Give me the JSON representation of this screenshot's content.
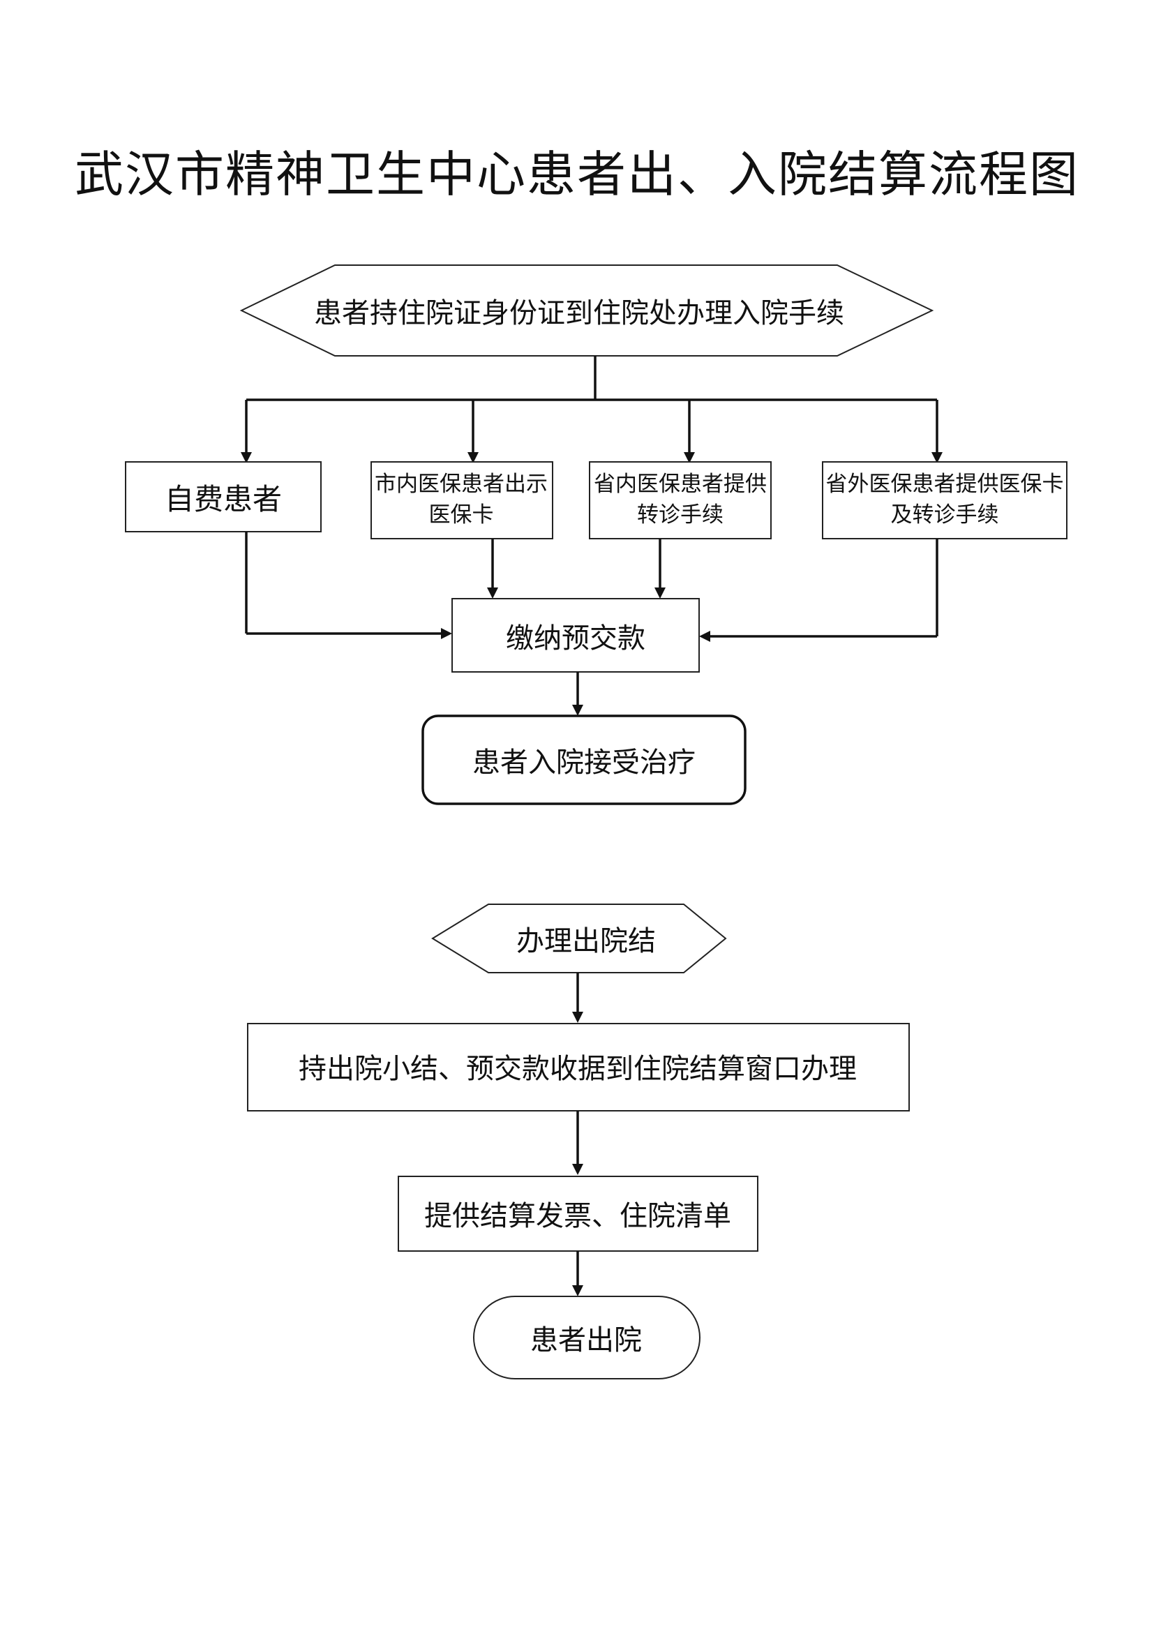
{
  "title": "武汉市精神卫生中心患者出、入院结算流程图",
  "admission": {
    "start": "患者持住院证身份证到住院处办理入院手续",
    "branches": {
      "self_pay": "自费患者",
      "city_insurance": "市内医保患者出示医保卡",
      "province_insurance": "省内医保患者提供转诊手续",
      "out_of_province": "省外医保患者提供医保卡及转诊手续"
    },
    "deposit": "缴纳预交款",
    "end": "患者入院接受治疗"
  },
  "discharge": {
    "start": "办理出院结",
    "settle": "持出院小结、预交款收据到住院结算窗口办理",
    "invoice": "提供结算发票、住院清单",
    "end": "患者出院"
  }
}
